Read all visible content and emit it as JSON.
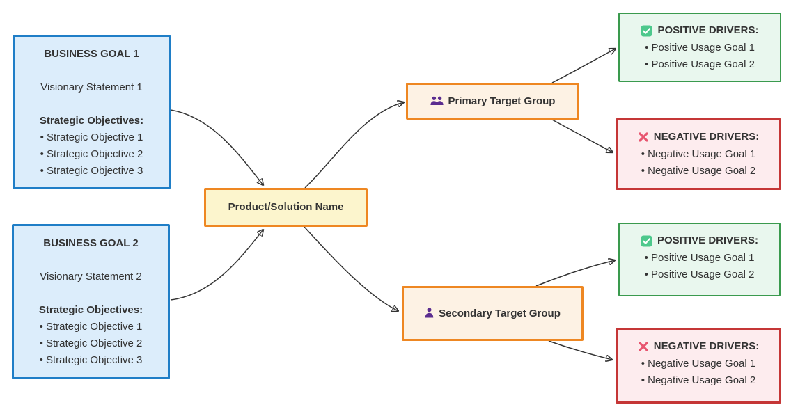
{
  "diagram": {
    "goals": [
      {
        "title": "BUSINESS GOAL 1",
        "vision": "Visionary Statement 1",
        "objectives_label": "Strategic Objectives:",
        "objectives": [
          "Strategic Objective 1",
          "Strategic Objective 2",
          "Strategic Objective 3"
        ]
      },
      {
        "title": "BUSINESS GOAL 2",
        "vision": "Visionary Statement 2",
        "objectives_label": "Strategic Objectives:",
        "objectives": [
          "Strategic Objective 1",
          "Strategic Objective 2",
          "Strategic Objective 3"
        ]
      }
    ],
    "product": {
      "label": "Product/Solution Name"
    },
    "groups": [
      {
        "label": "Primary Target Group",
        "icon": "users-icon"
      },
      {
        "label": "Secondary Target Group",
        "icon": "user-icon"
      }
    ],
    "drivers": [
      {
        "type": "positive",
        "icon": "check-icon",
        "title": "POSITIVE DRIVERS:",
        "items": [
          "Positive Usage Goal 1",
          "Positive Usage Goal 2"
        ]
      },
      {
        "type": "negative",
        "icon": "cross-icon",
        "title": "NEGATIVE DRIVERS:",
        "items": [
          "Negative Usage Goal 1",
          "Negative Usage Goal 2"
        ]
      },
      {
        "type": "positive",
        "icon": "check-icon",
        "title": "POSITIVE DRIVERS:",
        "items": [
          "Positive Usage Goal 1",
          "Positive Usage Goal 2"
        ]
      },
      {
        "type": "negative",
        "icon": "cross-icon",
        "title": "NEGATIVE DRIVERS:",
        "items": [
          "Negative Usage Goal 1",
          "Negative Usage Goal 2"
        ]
      }
    ],
    "colors": {
      "goal_fill": "#dcedfb",
      "goal_border": "#1f7ec7",
      "product_fill": "#fcf5cd",
      "product_border": "#ee8722",
      "group_fill": "#fdf2e4",
      "group_border": "#ee8722",
      "positive_fill": "#e9f7ee",
      "positive_border": "#3a9a4e",
      "negative_fill": "#fdecee",
      "negative_border": "#c53636",
      "person_icon": "#5b2d8f",
      "check_icon": "#4dc88c",
      "cross_icon": "#e8556f",
      "edge": "#333333",
      "text": "#333333"
    }
  }
}
